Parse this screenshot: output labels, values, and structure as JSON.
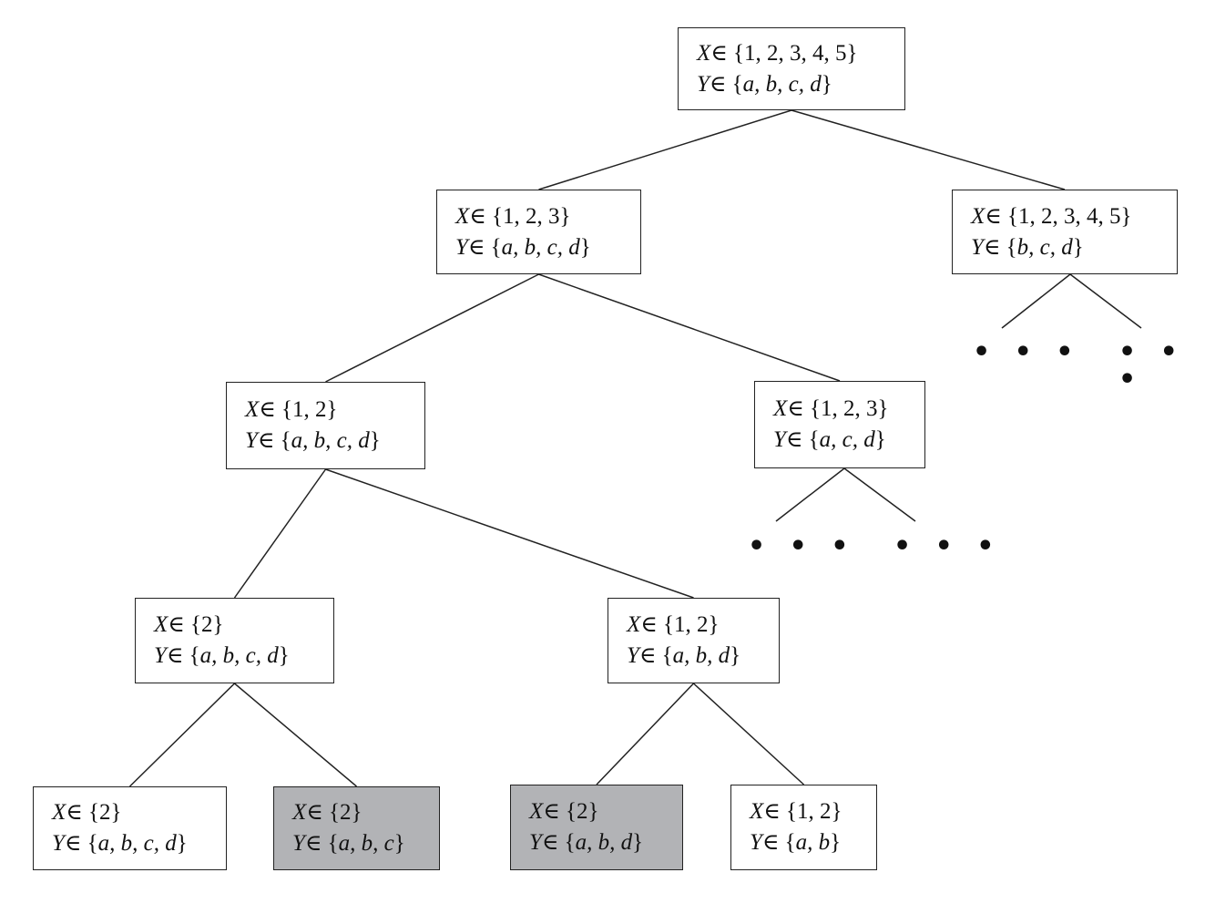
{
  "nodes": [
    {
      "id": "n-root",
      "x": "1, 2, 3, 4, 5",
      "y": "a, b, c, d",
      "shaded": false
    },
    {
      "id": "n-l",
      "x": "1, 2, 3",
      "y": "a, b, c, d",
      "shaded": false
    },
    {
      "id": "n-r",
      "x": "1, 2, 3, 4, 5",
      "y": "b, c, d",
      "shaded": false
    },
    {
      "id": "n-ll",
      "x": "1, 2",
      "y": "a, b, c, d",
      "shaded": false
    },
    {
      "id": "n-lr",
      "x": "1, 2, 3",
      "y": "a, c, d",
      "shaded": false
    },
    {
      "id": "n-lll",
      "x": "2",
      "y": "a, b, c, d",
      "shaded": false
    },
    {
      "id": "n-llr",
      "x": "1, 2",
      "y": "a, b, d",
      "shaded": false
    },
    {
      "id": "n-llll",
      "x": "2",
      "y": "a, b, c, d",
      "shaded": false
    },
    {
      "id": "n-lllr",
      "x": "2",
      "y": "a, b, c",
      "shaded": true
    },
    {
      "id": "n-llrl",
      "x": "2",
      "y": "a, b, d",
      "shaded": true
    },
    {
      "id": "n-llrr",
      "x": "1, 2",
      "y": "a, b",
      "shaded": false
    }
  ],
  "edges": [
    [
      "n-root",
      "n-l"
    ],
    [
      "n-root",
      "n-r"
    ],
    [
      "n-l",
      "n-ll"
    ],
    [
      "n-l",
      "n-lr"
    ],
    [
      "n-ll",
      "n-lll"
    ],
    [
      "n-ll",
      "n-llr"
    ],
    [
      "n-lll",
      "n-llll"
    ],
    [
      "n-lll",
      "n-lllr"
    ],
    [
      "n-llr",
      "n-llrl"
    ],
    [
      "n-llr",
      "n-llrr"
    ]
  ],
  "truncated_children": [
    "n-r",
    "n-lr"
  ],
  "ellipsis_text": "• • •",
  "colors": {
    "shaded_fill": "#b2b3b6",
    "border": "#222222",
    "edge": "#222222"
  }
}
